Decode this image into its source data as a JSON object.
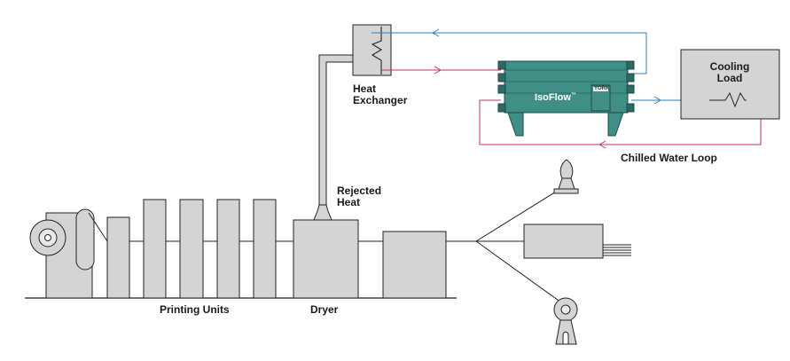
{
  "labels": {
    "heat_exchanger_line1": "Heat",
    "heat_exchanger_line2": "Exchanger",
    "cooling_load_line1": "Cooling",
    "cooling_load_line2": "Load",
    "chilled_water_loop": "Chilled Water Loop",
    "rejected_heat_line1": "Rejected",
    "rejected_heat_line2": "Heat",
    "printing_units": "Printing Units",
    "dryer": "Dryer"
  },
  "chiller": {
    "brand": "IsoFlow",
    "trademark": "™",
    "badge": "YORK"
  },
  "colors": {
    "equipment_gray": "#d4d4d4",
    "outline": "#222222",
    "chiller_teal": "#3f8f86",
    "chiller_dark": "#2b6b64",
    "return_line_blue": "#2a7fc0",
    "supply_line_red": "#c8325a"
  }
}
